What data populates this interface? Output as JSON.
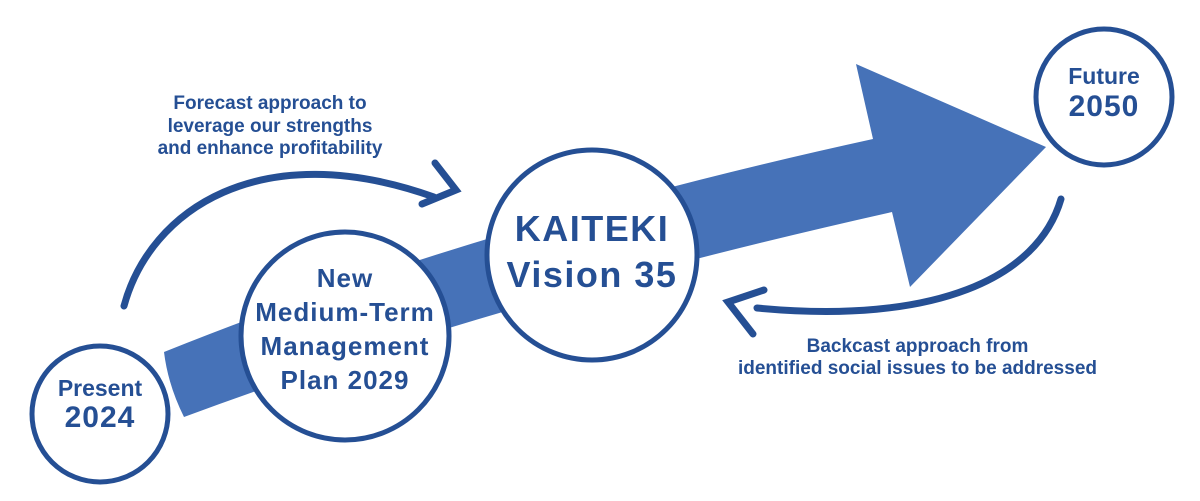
{
  "diagram": {
    "description": "Strategy roadmap from present to future with forecast and backcast approaches",
    "colors": {
      "navy": "#254F94",
      "band_blue": "#4672B8",
      "background": "#FFFFFF"
    },
    "timeline": {
      "nodes": [
        {
          "id": "present",
          "label": "Present",
          "year": "2024"
        },
        {
          "id": "medium-term-plan",
          "lines": [
            "New",
            "Medium-Term",
            "Management",
            "Plan 2029"
          ]
        },
        {
          "id": "kaiteki-vision",
          "lines": [
            "KAITEKI",
            "Vision 35"
          ]
        },
        {
          "id": "future",
          "label": "Future",
          "year": "2050"
        }
      ]
    },
    "annotations": {
      "forecast": {
        "lines": [
          "Forecast approach to",
          "leverage our strengths",
          "and enhance profitability"
        ]
      },
      "backcast": {
        "lines": [
          "Backcast approach from",
          "identified social issues to be addressed"
        ]
      }
    }
  }
}
